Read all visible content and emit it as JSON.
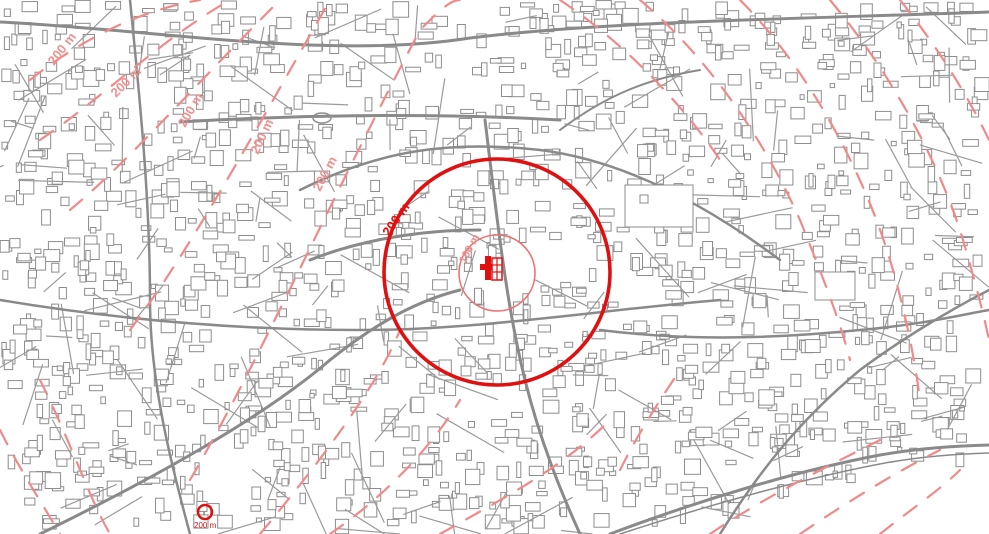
{
  "map": {
    "colors": {
      "background": "#ffffff",
      "streets": "#8a8a8a",
      "buildings": "#8d8d8d",
      "ring_main": "#e01010",
      "ring_dashed": "#f08a8a",
      "site": "#e01010"
    },
    "labels": {
      "ring_200": "200 m",
      "ring_100": "100 m",
      "top_left_1": "200 m",
      "top_left_2": "200 m",
      "upper_1": "200 m",
      "upper_2": "200 m",
      "upper_3": "200 m",
      "scale_marker": "200 m"
    },
    "icons": [
      "site-building-icon",
      "scale-circle-icon"
    ]
  }
}
